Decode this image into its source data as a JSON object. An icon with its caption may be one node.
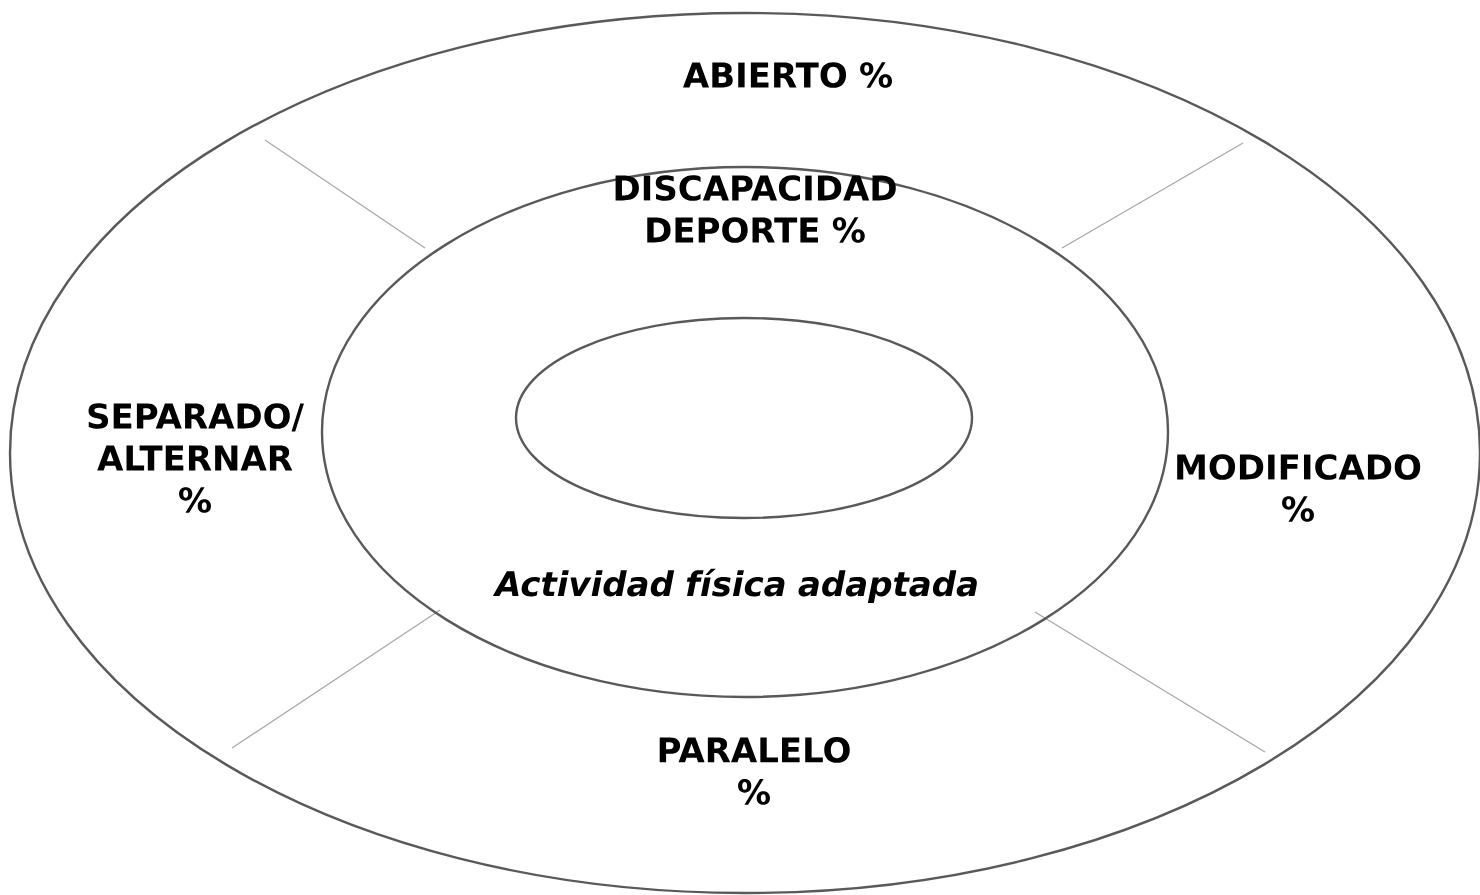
{
  "diagram": {
    "nodes": [
      {
        "text": [
          "ABIERTO %",
          "SEPARADO/ ALTERNAR %",
          "MODIFICADO %",
          "PARALELO %"
        ]
      },
      {
        "text": [
          "DISCAPACIDAD DEPORTE %",
          "Actividad física adaptada"
        ],
        "in": 0
      },
      {
        "text": [],
        "shape": "ellipse",
        "in": 1
      }
    ]
  }
}
